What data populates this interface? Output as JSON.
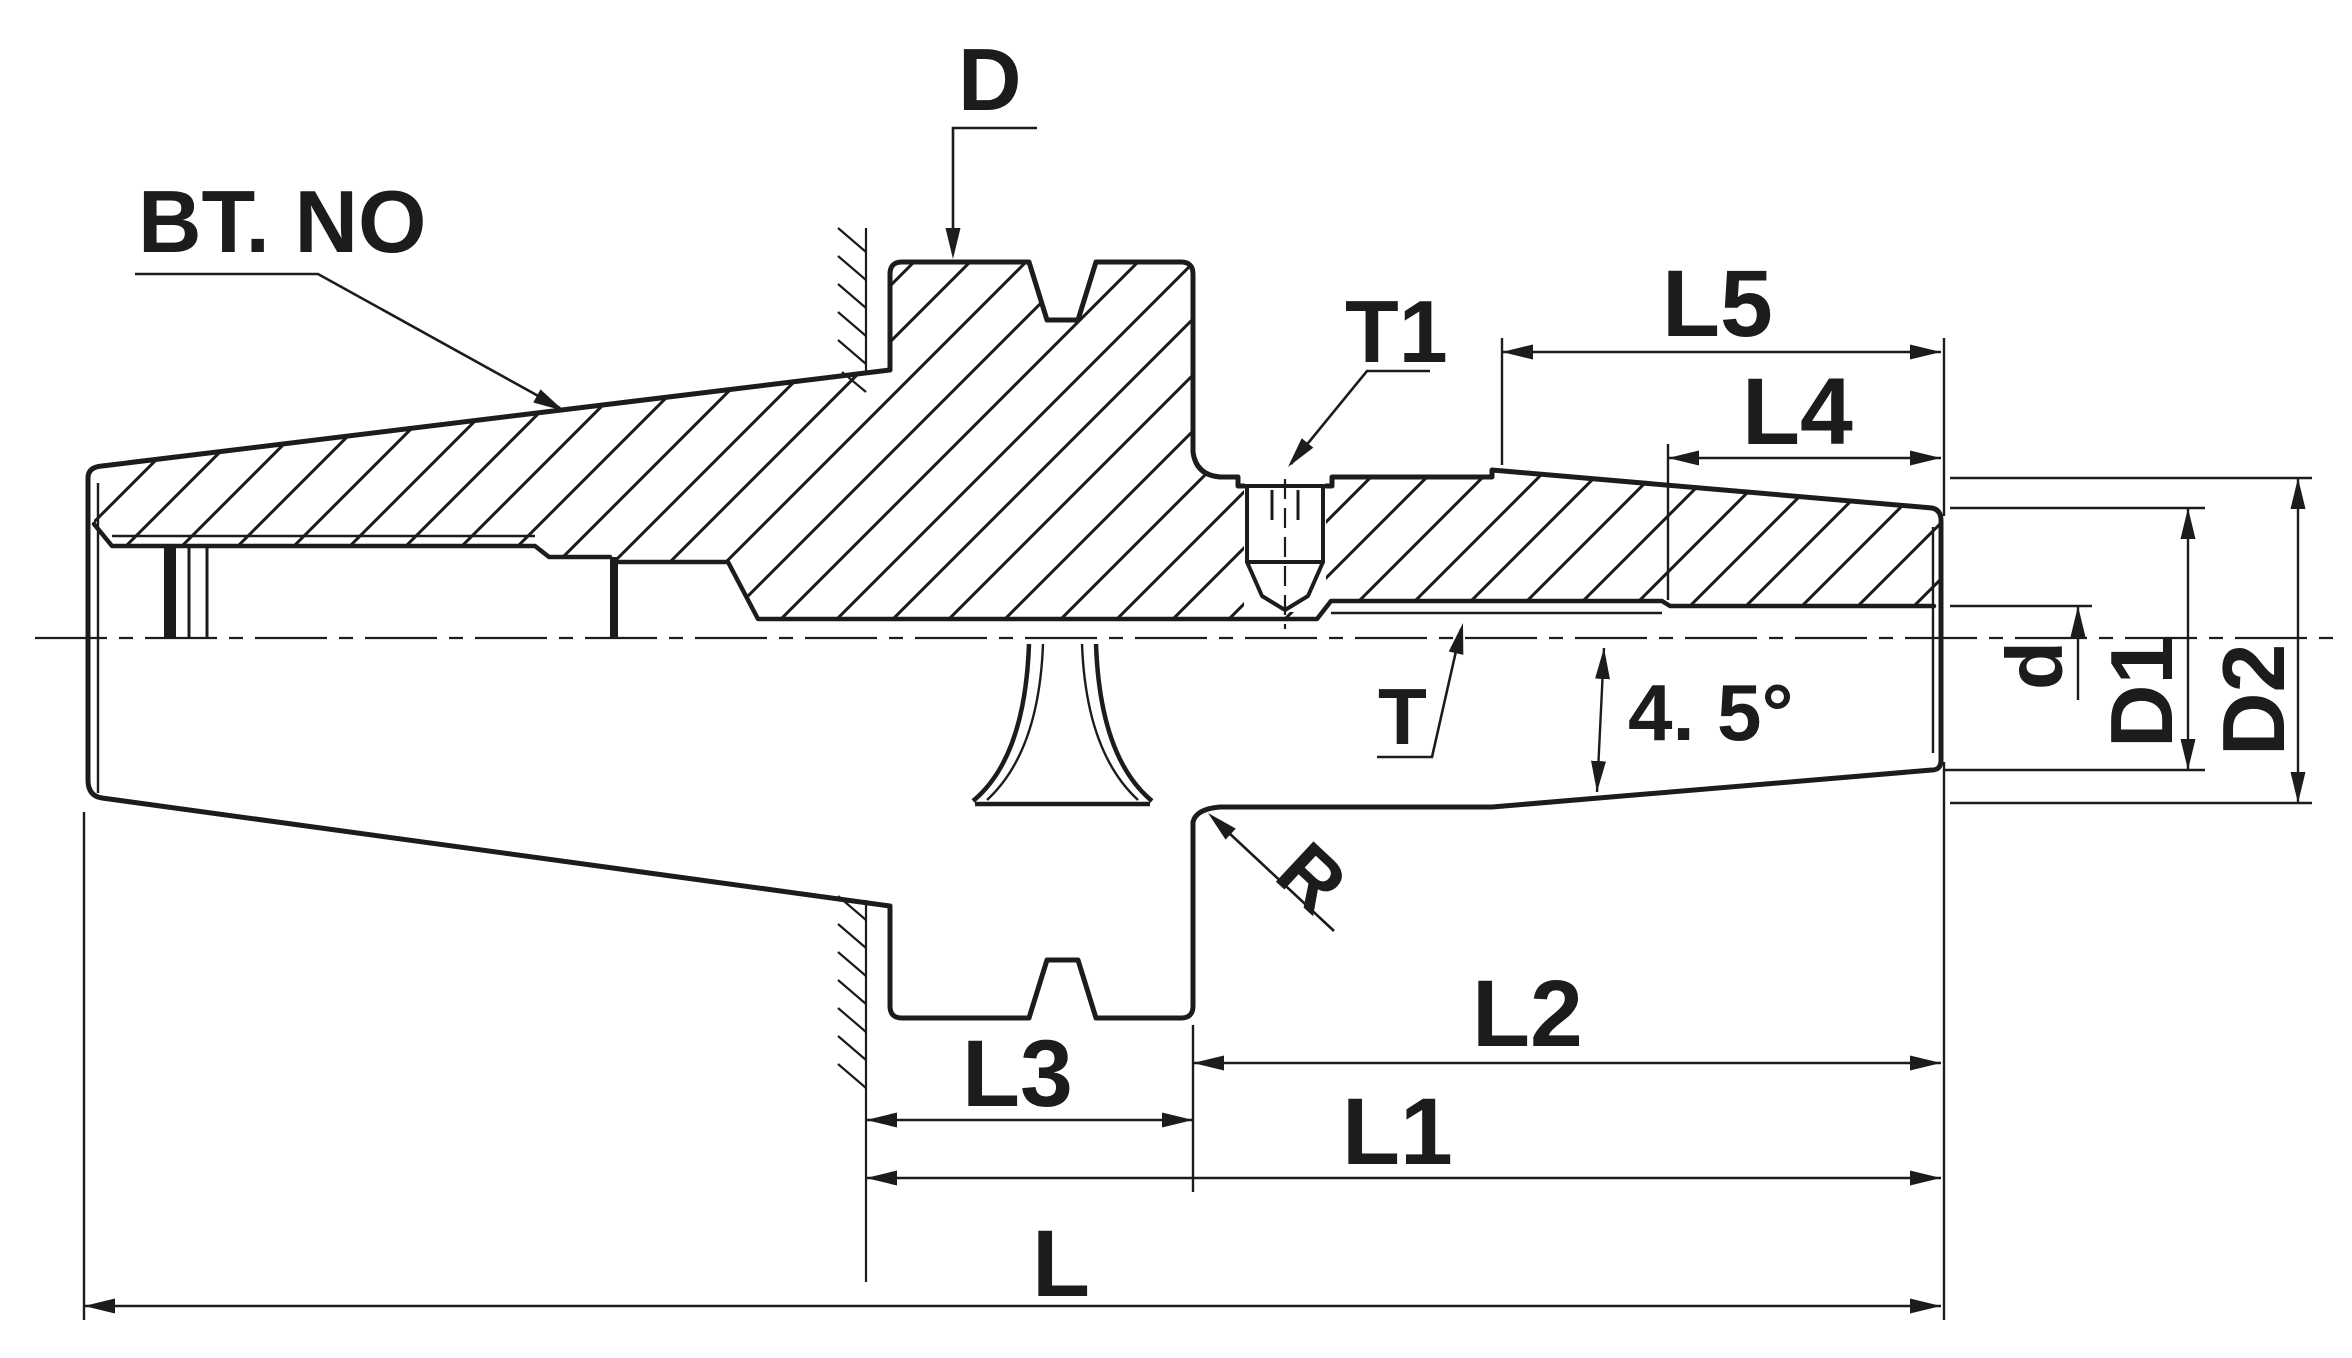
{
  "drawing": {
    "type": "technical-drawing",
    "subject": "BT taper shank milling chuck, half-section side view with dimension callouts",
    "background_color": "#ffffff",
    "line_color": "#1c1c1c",
    "labels": {
      "shank_taper": "BT. NO",
      "flange_diameter": "D",
      "set_screw": "T1",
      "nose_length": "L5",
      "bore_depth": "L4",
      "bore_diameter": "d",
      "nose_end_diameter": "D1",
      "nose_base_diameter": "D2",
      "taper_angle": "4. 5°",
      "thread": "T",
      "fillet_radius": "R",
      "flange_length": "L3",
      "projection_length": "L2",
      "gauge_length": "L1",
      "overall_length": "L"
    }
  }
}
